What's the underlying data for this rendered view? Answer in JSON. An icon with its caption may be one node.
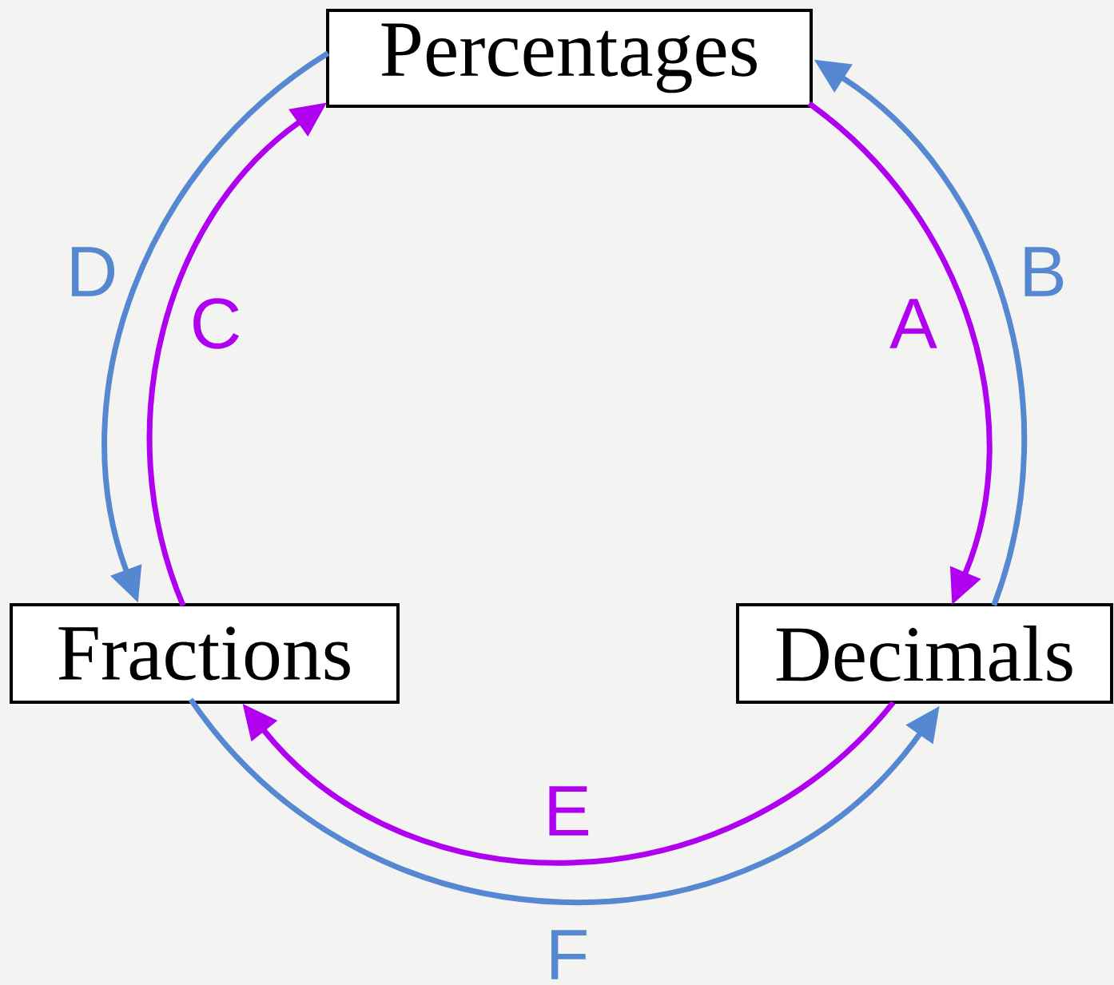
{
  "diagram": {
    "nodes": [
      {
        "text": [
          "Percentages"
        ]
      },
      {
        "text": [
          "Fractions"
        ]
      },
      {
        "text": [
          "Decimals"
        ]
      }
    ],
    "edges": [
      {
        "from": 0,
        "to": 2,
        "arrow": "to",
        "label": "A",
        "color": "#b000f0"
      },
      {
        "from": 2,
        "to": 0,
        "arrow": "to",
        "label": "B",
        "color": "#5588d0"
      },
      {
        "from": 1,
        "to": 0,
        "arrow": "to",
        "label": "C",
        "color": "#b000f0"
      },
      {
        "from": 0,
        "to": 1,
        "arrow": "to",
        "label": "D",
        "color": "#5588d0"
      },
      {
        "from": 2,
        "to": 1,
        "arrow": "to",
        "label": "E",
        "color": "#b000f0"
      },
      {
        "from": 1,
        "to": 2,
        "arrow": "to",
        "label": "F",
        "color": "#5588d0"
      }
    ]
  }
}
